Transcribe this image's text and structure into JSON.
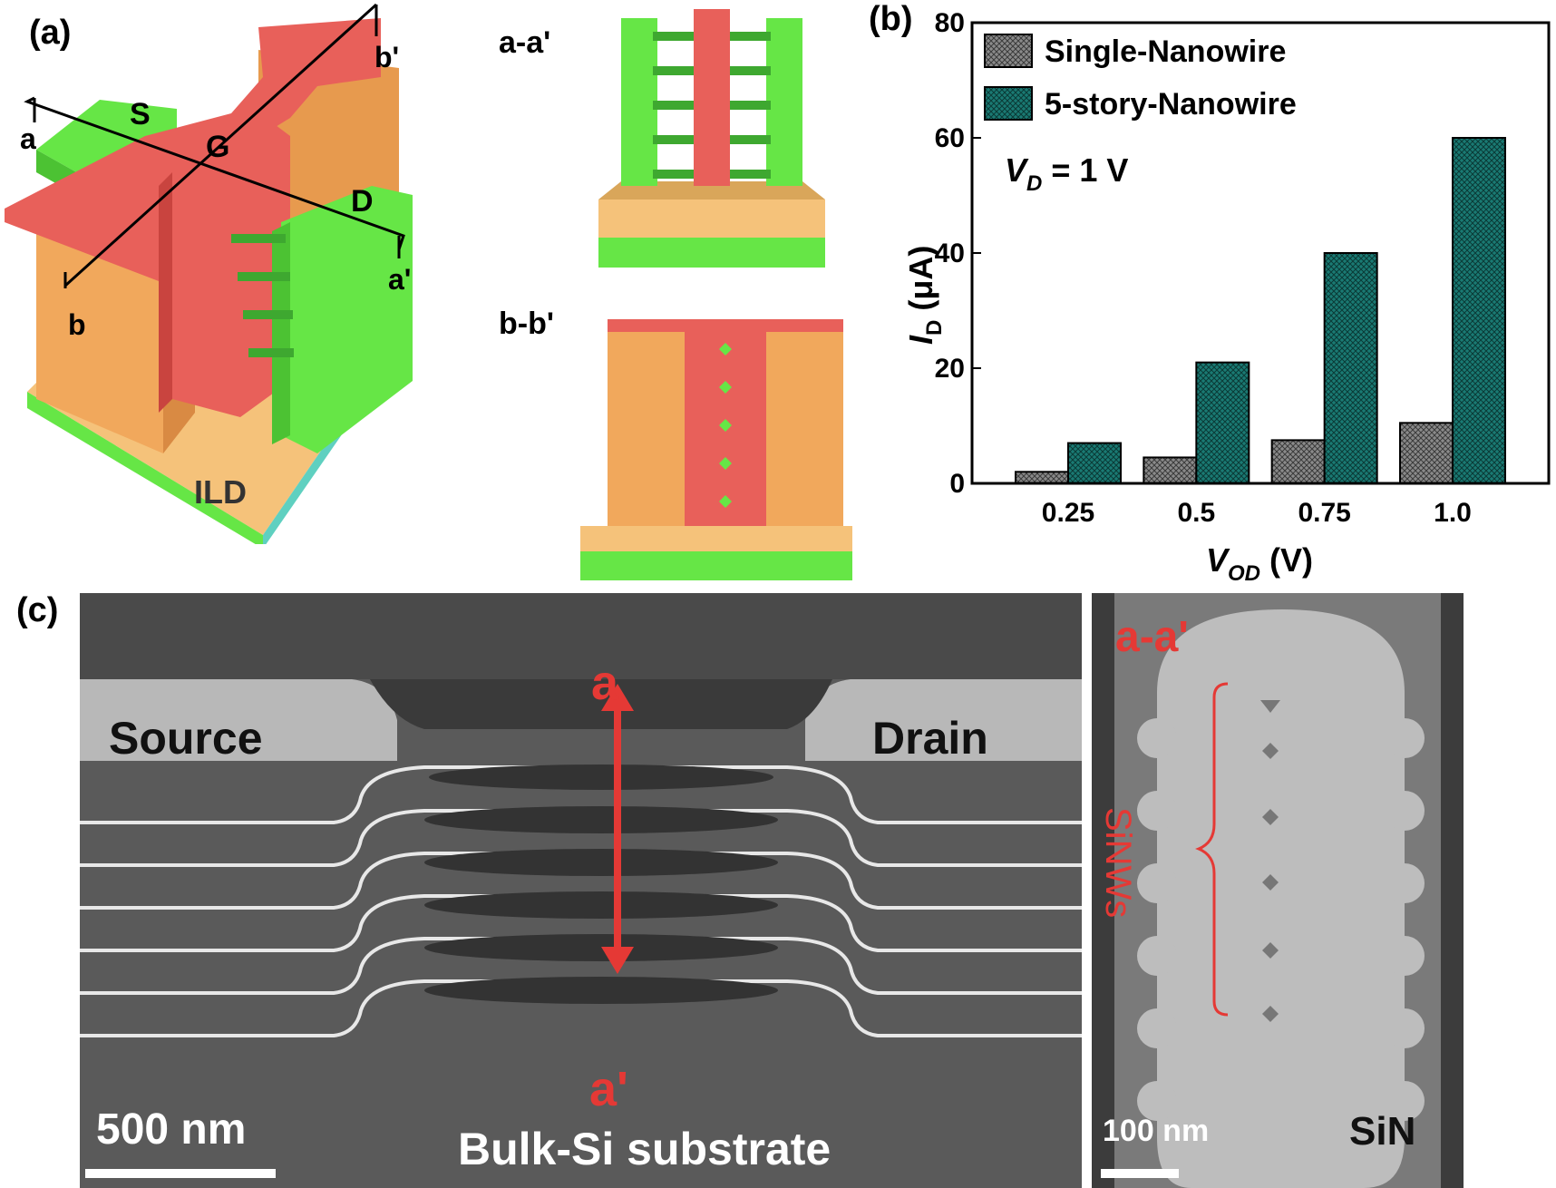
{
  "panel_a": {
    "label": "(a)",
    "cut_a": "a",
    "cut_a_prime": "a'",
    "cut_b": "b",
    "cut_b_prime": "b'",
    "source": "S",
    "gate": "G",
    "drain": "D",
    "ild": "ILD",
    "view_aa": "a-a'",
    "view_bb": "b-b'",
    "colors": {
      "green": "#66e646",
      "red": "#e8605a",
      "orange": "#f1a85c",
      "tan": "#f5c27a"
    }
  },
  "panel_b": {
    "label": "(b)",
    "condition_main": "V",
    "condition_sub": "D",
    "condition_rest": " = 1 V",
    "ylabel_main": "I",
    "ylabel_sub": "D",
    "ylabel_rest": " (μA)",
    "xlabel_main": "V",
    "xlabel_sub": "OD",
    "xlabel_rest": " (V)",
    "yticks": [
      "0",
      "20",
      "40",
      "60",
      "80"
    ],
    "colors": {
      "single": "#8a8a8a",
      "multi": "#1a7a73"
    }
  },
  "chart_data": {
    "type": "bar",
    "categories": [
      "0.25",
      "0.5",
      "0.75",
      "1.0"
    ],
    "series": [
      {
        "name": "Single-Nanowire",
        "values": [
          2,
          4.5,
          7.5,
          10.5
        ]
      },
      {
        "name": "5-story-Nanowire",
        "values": [
          7,
          21,
          40,
          60
        ]
      }
    ],
    "ylim": [
      0,
      80
    ],
    "legend": "top-left"
  },
  "panel_c": {
    "label": "(c)",
    "source": "Source",
    "drain": "Drain",
    "top_a": "a",
    "bottom_a": "a'",
    "scale_left": "500 nm",
    "substrate": "Bulk-Si substrate",
    "view": "a-a'",
    "sinws": "SiNWs",
    "scale_right": "100 nm",
    "sin": "SiN"
  }
}
